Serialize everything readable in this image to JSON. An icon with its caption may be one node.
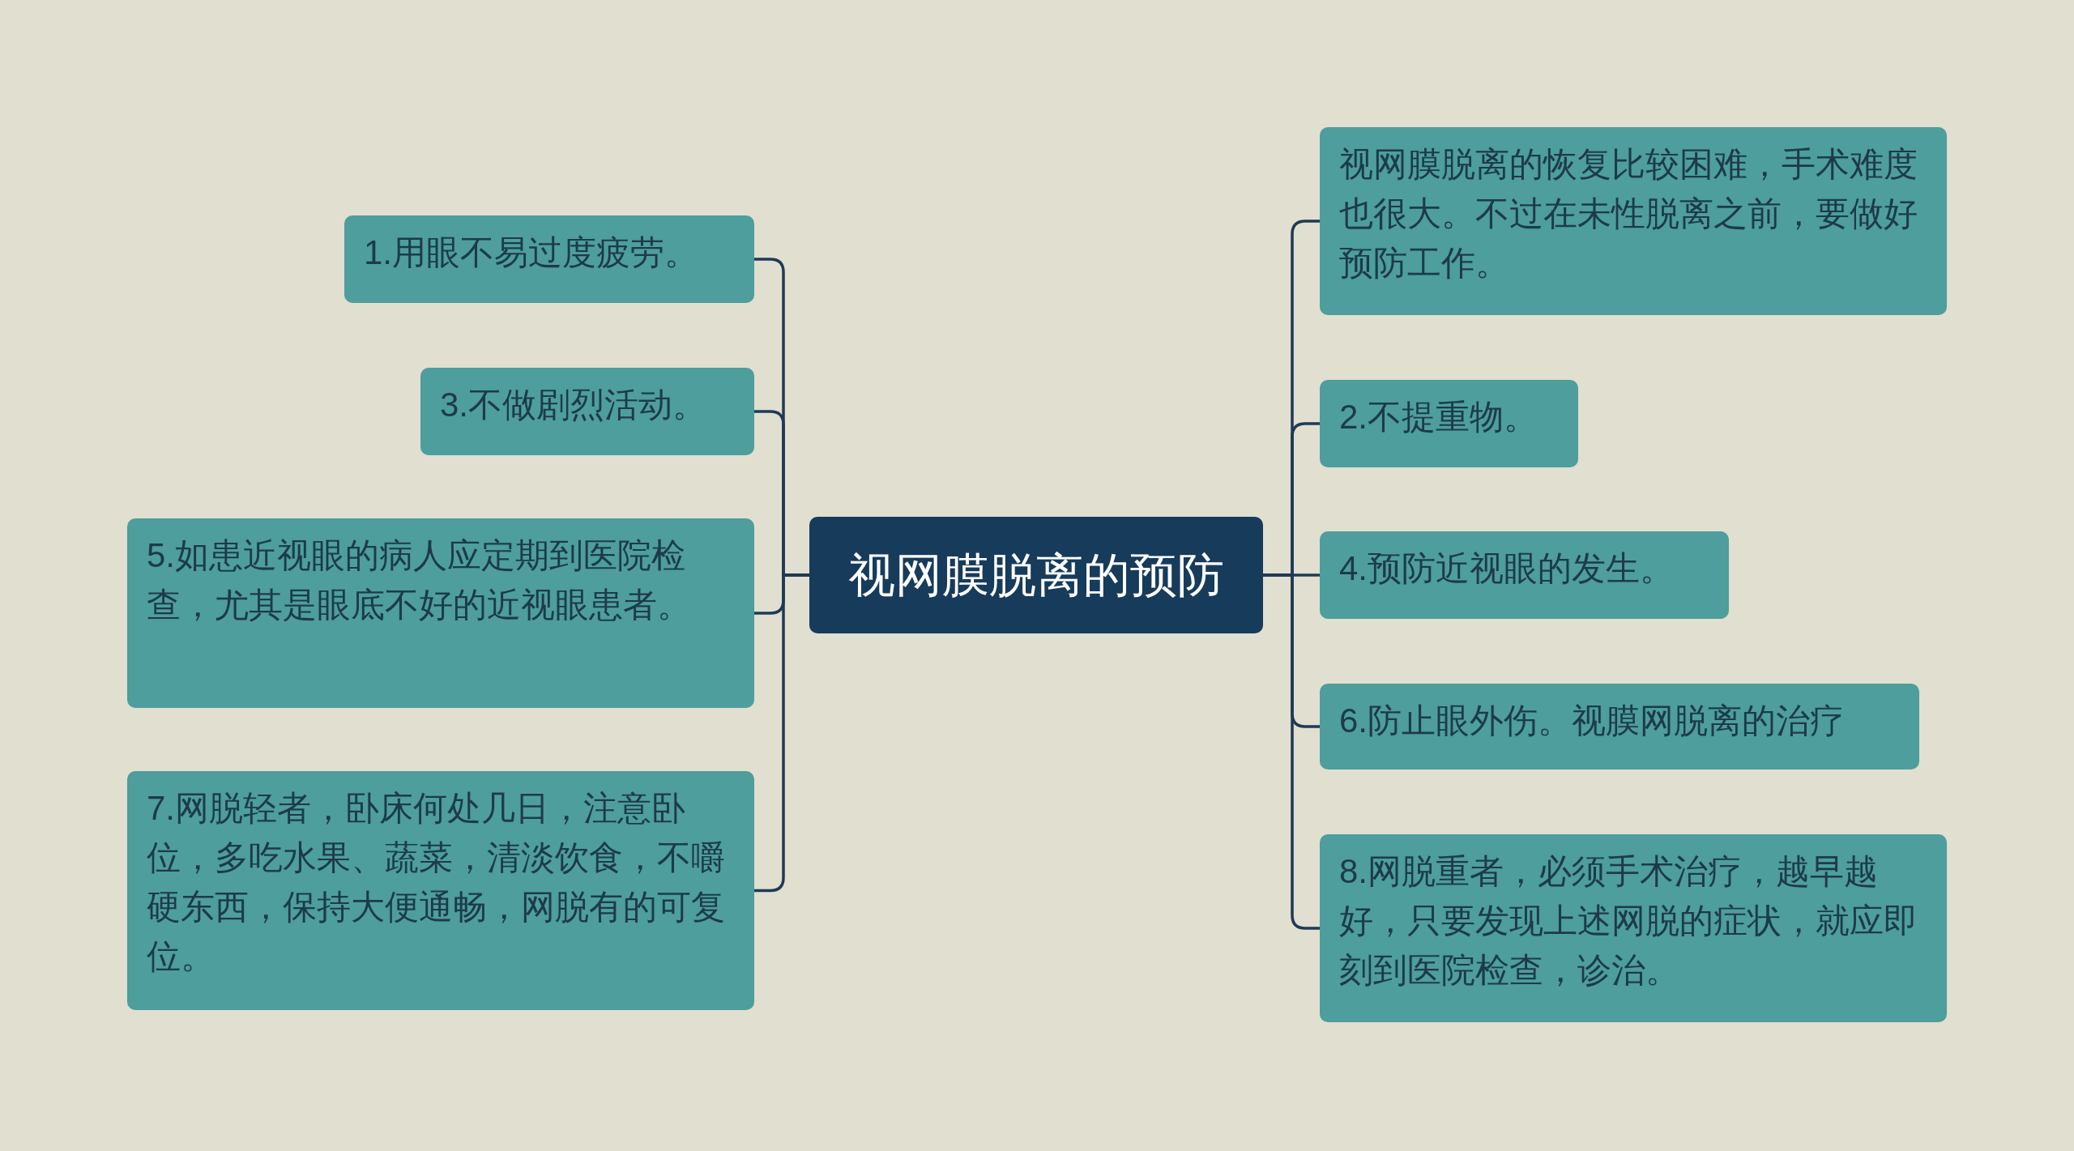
{
  "diagram": {
    "nodes": [
      {
        "text": [
          "视网膜脱离的预防"
        ]
      },
      {
        "text": [
          "1.用眼不易过度疲劳。"
        ]
      },
      {
        "text": [
          "3.不做剧烈活动。"
        ]
      },
      {
        "text": [
          "5.如患近视眼的病人应定期到医院检查，尤其是眼底不好的近视眼患者。"
        ]
      },
      {
        "text": [
          "7.网脱轻者，卧床何处几日，注意卧位，多吃水果、蔬菜，清淡饮食，不嚼硬东西，保持大便通畅，网脱有的可复位。"
        ]
      },
      {
        "text": [
          "视网膜脱离的恢复比较困难，手术难度也很大。不过在未性脱离之前，要做好预防工作。"
        ]
      },
      {
        "text": [
          "2.不提重物。"
        ]
      },
      {
        "text": [
          "4.预防近视眼的发生。"
        ]
      },
      {
        "text": [
          "6.防止眼外伤。视膜网脱离的治疗"
        ]
      },
      {
        "text": [
          "8.网脱重者，必须手术治疗，越早越好，只要发现上述网脱的症状，就应即刻到医院检查，诊治。"
        ]
      }
    ],
    "edges": [
      {
        "from": 0,
        "to": 1,
        "arrow": "none"
      },
      {
        "from": 0,
        "to": 2,
        "arrow": "none"
      },
      {
        "from": 0,
        "to": 3,
        "arrow": "none"
      },
      {
        "from": 0,
        "to": 4,
        "arrow": "none"
      },
      {
        "from": 0,
        "to": 5,
        "arrow": "none"
      },
      {
        "from": 0,
        "to": 6,
        "arrow": "none"
      },
      {
        "from": 0,
        "to": 7,
        "arrow": "none"
      },
      {
        "from": 0,
        "to": 8,
        "arrow": "none"
      },
      {
        "from": 0,
        "to": 9,
        "arrow": "none"
      }
    ]
  }
}
